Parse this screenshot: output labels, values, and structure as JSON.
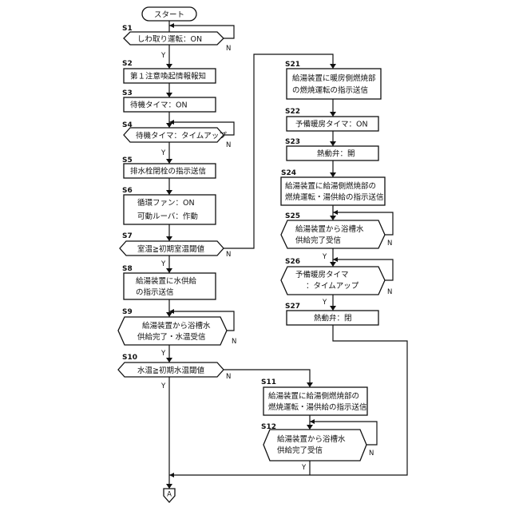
{
  "start": "スタート",
  "connector": "A",
  "yes": "Y",
  "no": "N",
  "steps": {
    "s1": {
      "label": "S1",
      "lines": [
        "しわ取り運転：ON"
      ]
    },
    "s2": {
      "label": "S2",
      "lines": [
        "第１注意喚起情報報知"
      ]
    },
    "s3": {
      "label": "S3",
      "lines": [
        "待機タイマ：ON"
      ]
    },
    "s4": {
      "label": "S4",
      "lines": [
        "待機タイマ：タイムアップ"
      ]
    },
    "s5": {
      "label": "S5",
      "lines": [
        "排水栓閉栓の指示送信"
      ]
    },
    "s6": {
      "label": "S6",
      "lines": [
        "循環ファン：ON",
        "可動ルーバ：作動"
      ]
    },
    "s7": {
      "label": "S7",
      "lines": [
        "室温≧初期室温閾値"
      ]
    },
    "s8": {
      "label": "S8",
      "lines": [
        "給湯装置に水供給",
        "の指示送信"
      ]
    },
    "s9": {
      "label": "S9",
      "lines": [
        "給湯装置から浴槽水",
        "供給完了・水温受信"
      ]
    },
    "s10": {
      "label": "S10",
      "lines": [
        "水温≧初期水温閾値"
      ]
    },
    "s11": {
      "label": "S11",
      "lines": [
        "給湯装置に給湯側燃焼部の",
        "燃焼運転・湯供給の指示送信"
      ]
    },
    "s12": {
      "label": "S12",
      "lines": [
        "給湯装置から浴槽水",
        "供給完了受信"
      ]
    },
    "s21": {
      "label": "S21",
      "lines": [
        "給湯装置に暖房側燃焼部",
        "の燃焼運転の指示送信"
      ]
    },
    "s22": {
      "label": "S22",
      "lines": [
        "予備暖房タイマ：ON"
      ]
    },
    "s23": {
      "label": "S23",
      "lines": [
        "熱動弁：開"
      ]
    },
    "s24": {
      "label": "S24",
      "lines": [
        "給湯装置に給湯側燃焼部の",
        "燃焼運転・湯供給の指示送信"
      ]
    },
    "s25": {
      "label": "S25",
      "lines": [
        "給湯装置から浴槽水",
        "供給完了受信"
      ]
    },
    "s26": {
      "label": "S26",
      "lines": [
        "予備暖房タイマ",
        "：タイムアップ"
      ]
    },
    "s27": {
      "label": "S27",
      "lines": [
        "熱動弁：閉"
      ]
    }
  }
}
